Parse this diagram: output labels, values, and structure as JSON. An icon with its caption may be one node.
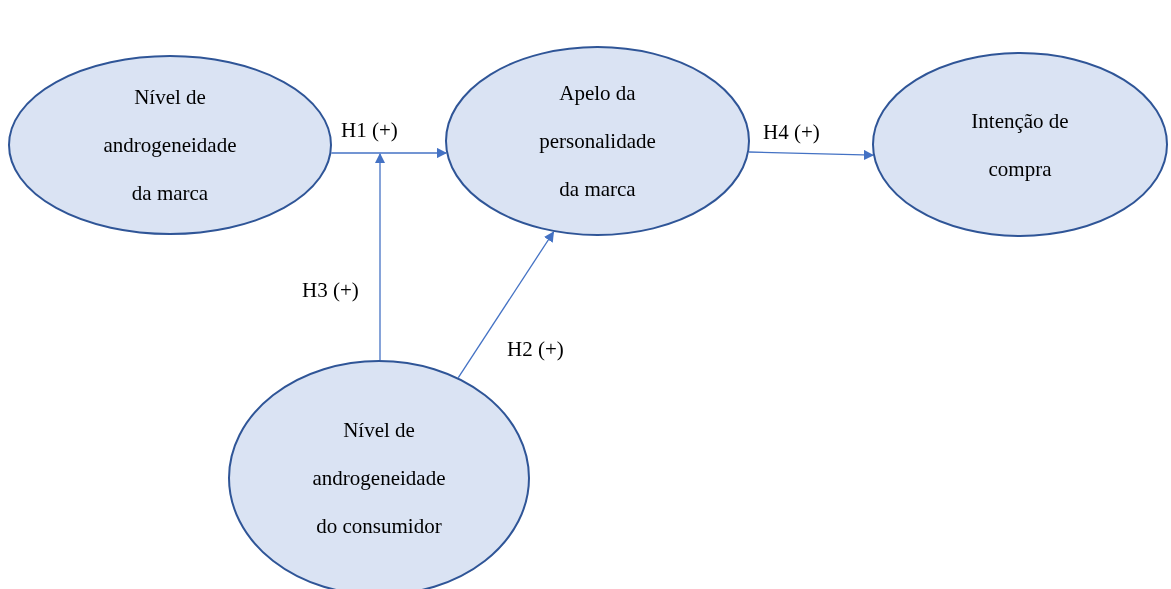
{
  "diagram": {
    "nodes": [
      {
        "text": [
          "Nível de androgeneidade da marca"
        ]
      },
      {
        "text": [
          "Apelo da personalidade da marca"
        ]
      },
      {
        "text": [
          "Intenção de compra"
        ]
      },
      {
        "text": [
          "Nível de androgeneidade do consumidor"
        ]
      }
    ],
    "edges": [
      {
        "from": 0,
        "to": 1,
        "arrow": "to",
        "label": "H1 (+)"
      },
      {
        "from": 3,
        "to": 1,
        "arrow": "to",
        "label": "H2 (+)"
      },
      {
        "from": 3,
        "to": null,
        "arrow": "to",
        "label": "H3 (+)"
      },
      {
        "from": 1,
        "to": 2,
        "arrow": "to",
        "label": "H4 (+)"
      }
    ]
  }
}
